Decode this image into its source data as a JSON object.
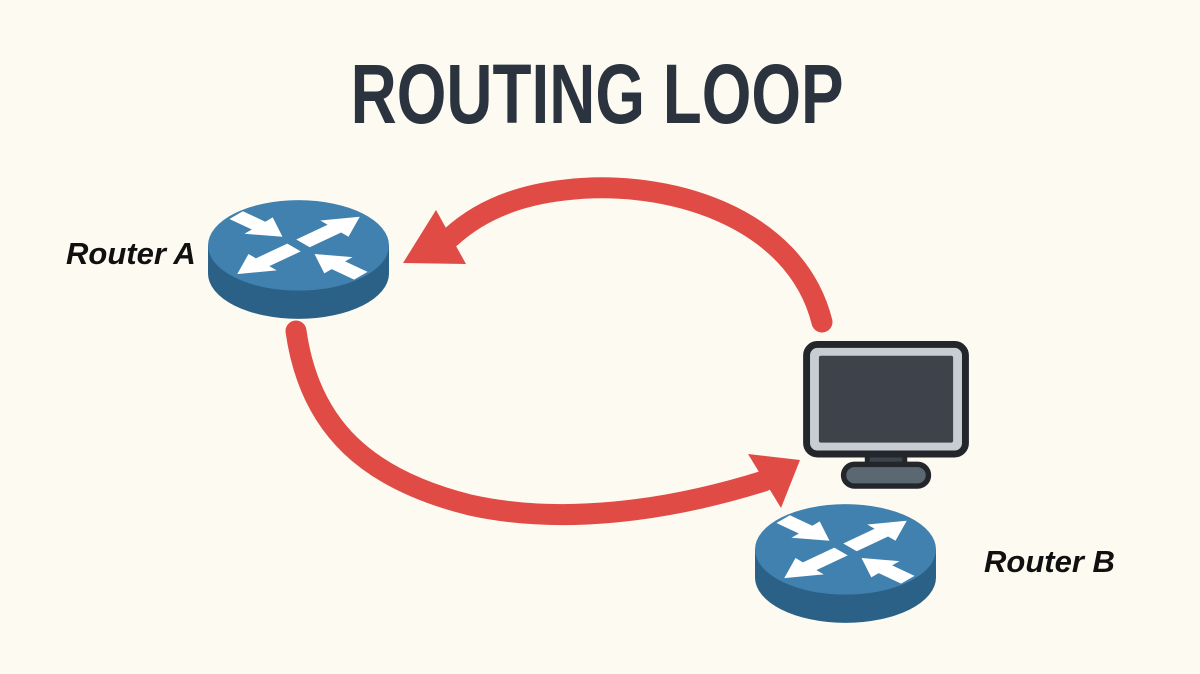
{
  "title": "ROUTING LOOP",
  "colors": {
    "background": "#FCFAF1",
    "title_text": "#2A333E",
    "loop_arrow": "#E04B46",
    "router_top": "#4181AF",
    "router_body": "#2B6186",
    "router_arrows": "#FFFFFF",
    "monitor_outline": "#23272C",
    "monitor_bezel": "#C8CDD3",
    "monitor_screen": "#3E434B",
    "monitor_base": "#5A6872",
    "label_text": "#101010"
  },
  "nodes": {
    "router_a": {
      "label": "Router A",
      "type": "router"
    },
    "router_b": {
      "label": "Router B",
      "type": "router"
    },
    "host": {
      "type": "computer-monitor"
    }
  },
  "edges": [
    {
      "id": "top-arrow",
      "from": "Router B",
      "to": "Router A",
      "shape": "curved-arc",
      "color": "#E04B46"
    },
    {
      "id": "bottom-arrow",
      "from": "Router A",
      "to": "Router B",
      "shape": "curved-arc",
      "color": "#E04B46"
    }
  ]
}
